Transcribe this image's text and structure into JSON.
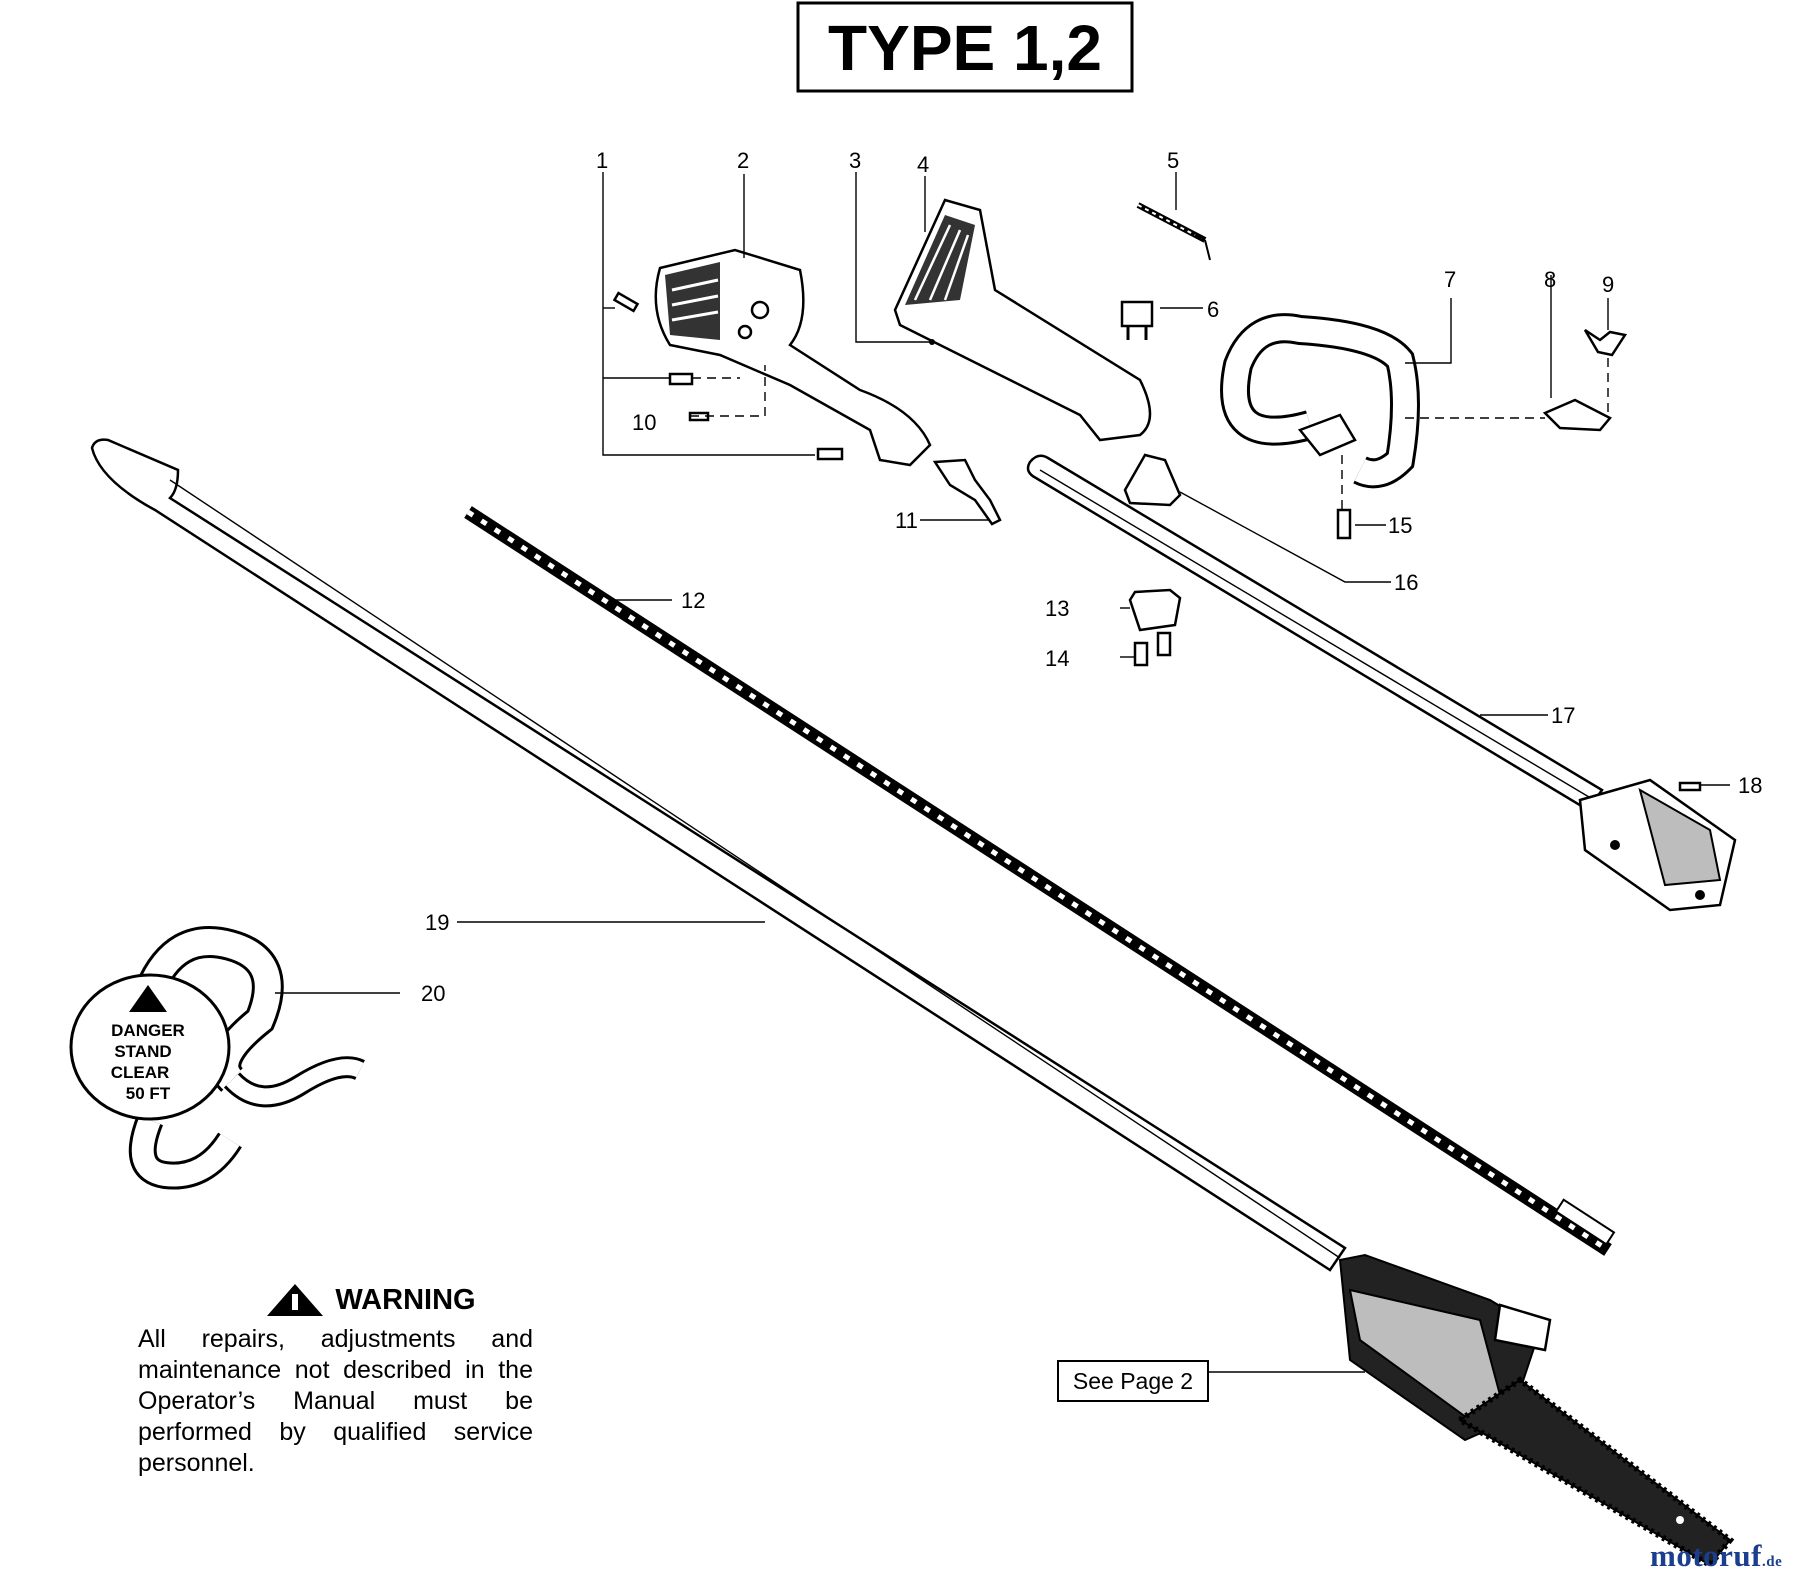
{
  "title": "TYPE 1,2",
  "callouts": [
    "1",
    "2",
    "3",
    "4",
    "5",
    "6",
    "7",
    "8",
    "9",
    "10",
    "11",
    "12",
    "13",
    "14",
    "15",
    "16",
    "17",
    "18",
    "19",
    "20"
  ],
  "see_page": "See Page 2",
  "strap_label": [
    "DANGER",
    "STAND",
    "CLEAR",
    "50 FT"
  ],
  "warning": {
    "heading": "WARNING",
    "text": "All repairs, adjustments and maintenance not described in the Operator’s Manual must be performed by qualified service personnel."
  },
  "watermark": {
    "main": "motoruf",
    "suffix": ".de"
  }
}
